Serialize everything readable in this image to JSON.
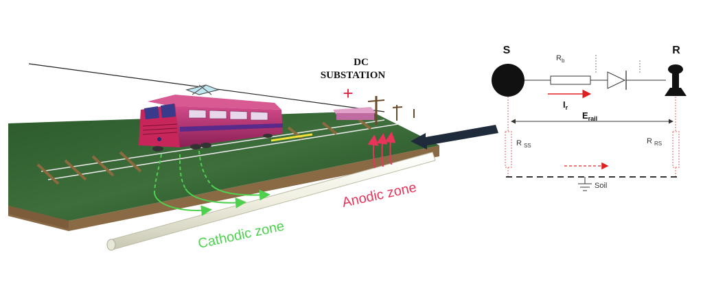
{
  "scene": {
    "substation_label_line1": "DC",
    "substation_label_line2": "SUBSTATION",
    "substation_polarity": "+",
    "anodic_zone_label": "Anodic zone",
    "cathodic_zone_label": "Cathodic zone"
  },
  "circuit": {
    "source_node_label": "S",
    "rail_node_label": "R",
    "rb_label": "R",
    "rb_subscript": "b",
    "current_label": "I",
    "current_subscript": "r",
    "erail_label": "E",
    "erail_subscript": "rail",
    "rss_label": "R",
    "rss_subscript": "SS",
    "rrs_label": "R",
    "rrs_subscript": "RS",
    "soil_label": "Soil"
  },
  "colors": {
    "grass": "#2f5a2f",
    "soil": "#8a6a45",
    "cathodic": "#4fd14f",
    "anodic": "#e8345a",
    "current_arrow": "#e02020",
    "pipe": "#f2f2e6",
    "train_body": "#b0306a",
    "arrow": "#1f2a3a"
  }
}
